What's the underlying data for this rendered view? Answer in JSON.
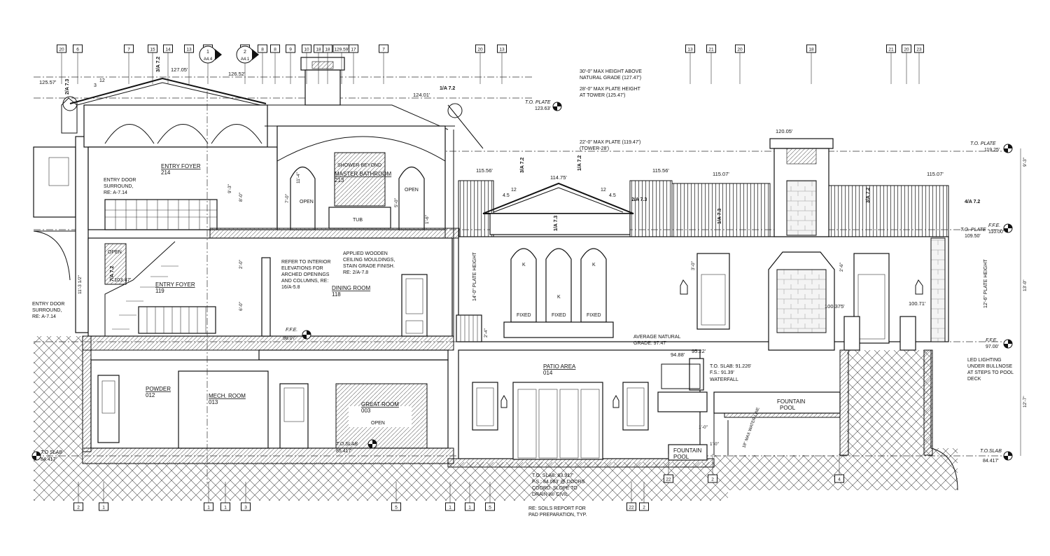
{
  "top_tags": [
    "20",
    "6",
    "7",
    "15",
    "14",
    "13",
    "1",
    "A4.4",
    "2",
    "A4.1",
    "8",
    "8",
    "9",
    "10",
    "18",
    "18",
    "129.59'",
    "17",
    "7",
    "20",
    "13",
    "13",
    "21",
    "20",
    "18",
    "21",
    "20",
    "23"
  ],
  "bottom_tags": [
    "2",
    "1",
    "1",
    "1",
    "3",
    "5",
    "1",
    "1",
    "5",
    "22",
    "2",
    "22",
    "2",
    "4"
  ],
  "elevations": {
    "e12557": "125.57'",
    "e12705": "127.05'",
    "e12652": "126.52'",
    "e12401": "124.01'",
    "e12005": "120.05'",
    "e11556a": "115.56'",
    "e11475": "114.75'",
    "e11556b": "115.56'",
    "e11507a": "115.07'",
    "e11507b": "115.07'",
    "e10347": "103.47'",
    "e100375": "100.375'",
    "e10071": "100.71'",
    "e9488": "94.88'",
    "e9522": "95.22'"
  },
  "detail_refs": {
    "r1": "2/A 7.3",
    "r2": "3/A 7.2",
    "r3": "1/A 7.2",
    "r4": "3/A 7.2",
    "r5": "1/A 7.2",
    "r6": "1/A 7.3",
    "r7": "3/A 7.2",
    "r8": "2/A 7.3",
    "r9": "4/A 7.2",
    "r10": "7/A 7.2",
    "r11": "1/A 7.3"
  },
  "levels": {
    "max_height": "30'-0\" MAX HEIGHT ABOVE",
    "max_height_2": "NATURAL GRADE (127.47')",
    "plate_tower": "28'-0\" MAX PLATE HEIGHT",
    "plate_tower_2": "AT TOWER (125.47')",
    "to_plate_mid_label": "T.O. PLATE",
    "to_plate_mid_val": "123.63'",
    "max_plate": "22'-0\" MAX PLATE (119.47')",
    "max_plate_2": "(TOWER-28')",
    "to_plate_r1_label": "T.O. PLATE",
    "to_plate_r1_val": "119.25'",
    "ffe_r_label": "F.F.E.",
    "ffe_r_val": "110.00'",
    "to_plate_r2_label": "T.O. PLATE",
    "to_plate_r2_val": "109.50'",
    "ffe_r2_label": "F.F.E.",
    "ffe_r2_val": "97.00'",
    "ffe_c_label": "F.F.E.",
    "ffe_c_val": "98.07'",
    "avg_grade": "AVERAGE NATURAL",
    "avg_grade_2": "GRADE: 97.47'",
    "to_slab_l_label": "T.O SLAB",
    "to_slab_l_val": "84.417'",
    "to_slab_r_label": "T.O.SLAB",
    "to_slab_r_val": "84.417'",
    "to_slab_great_label": "T.O.SLAB",
    "to_slab_great_val": "85.417'"
  },
  "rooms": {
    "entry_foyer_top": "ENTRY FOYER",
    "entry_foyer_top_no": "214",
    "master_bath": "MASTER BATHROOM",
    "master_bath_no": "213",
    "entry_foyer": "ENTRY FOYER",
    "entry_foyer_no": "119",
    "dining": "DINING ROOM",
    "dining_no": "118",
    "powder": "POWDER",
    "powder_no": "012",
    "mech": "MECH. ROOM",
    "mech_no": "013",
    "great": "GREAT ROOM",
    "great_no": "003",
    "patio": "PATIO AREA",
    "patio_no": "014",
    "fountain_pool": "FOUNTAIN",
    "fountain_pool_2": "POOL",
    "fountain_pool_b": "FOUNTAIN",
    "fountain_pool_b2": "POOL"
  },
  "notes": {
    "entry_door_1": "ENTRY DOOR",
    "entry_door_2": "SURROUND,",
    "entry_door_3": "RE: A-7.14",
    "entry_door_l1": "ENTRY DOOR",
    "entry_door_l2": "SURROUND,",
    "entry_door_l3": "RE: A-7.14",
    "shower": "SHOWER BEYOND",
    "tub": "TUB",
    "open": "OPEN",
    "refer_1": "REFER TO INTERIOR",
    "refer_2": "ELEVATIONS FOR",
    "refer_3": "ARCHED OPENINGS",
    "refer_4": "AND COLUMNS, RE:",
    "refer_5": "16/A-5.8",
    "applied_1": "APPLIED WOODEN",
    "applied_2": "CEILING MOULDINGS,",
    "applied_3": "STAIN GRADE FINISH.",
    "applied_4": "RE: 2/A-7.8",
    "fixed": "FIXED",
    "k": "K",
    "plate_14": "14'-0\" PLATE HEIGHT",
    "plate_12": "12'-6\" PLATE HEIGHT",
    "slab_1": "T.O. SLAB: 83.917'",
    "slab_2": "F.S.: 84.083' @ DOORS",
    "slab_3": "COORD. SLOPE TO",
    "slab_4": "DRAIN W/ CIVIL",
    "soils_1": "RE: SOILS REPORT FOR",
    "soils_2": "PAD PREPARATION, TYP.",
    "toslab_w": "T.O. SLAB: 91.226'",
    "fs_w": "F.S.: 91.39'",
    "waterfall": "WATERFALL",
    "led_1": "LED LIGHTING",
    "led_2": "UNDER BULLNOSE",
    "led_3": "AT STEPS TO POOL",
    "led_4": "DECK",
    "max_water": "18\" MAX WATER LINE",
    "pitch": "12",
    "pitch_rise": "4.5",
    "pitch_rise_3": "3"
  },
  "dims": {
    "d_9_3": "9'-3\"",
    "d_13_0": "13'-0\"",
    "d_12_7": "12'-7\"",
    "d_1_0a": "1'-0\"",
    "d_1_0b": "1'-0\"",
    "d_2_4": "2'-4\"",
    "d_8_0": "8'-0\"",
    "d_9_3b": "9'-3\"",
    "d_11_4": "11'-4\"",
    "d_7_0": "7'-0\"",
    "d_6_0": "6'-0\"",
    "d_2_0": "2'-0\"",
    "d_2_6": "2'-6\"",
    "d_3_0": "3'-0\"",
    "d_1_6": "1'-6\"",
    "d_5_0": "5'-0\"",
    "d_11_3": "11'-3 1/2\""
  }
}
